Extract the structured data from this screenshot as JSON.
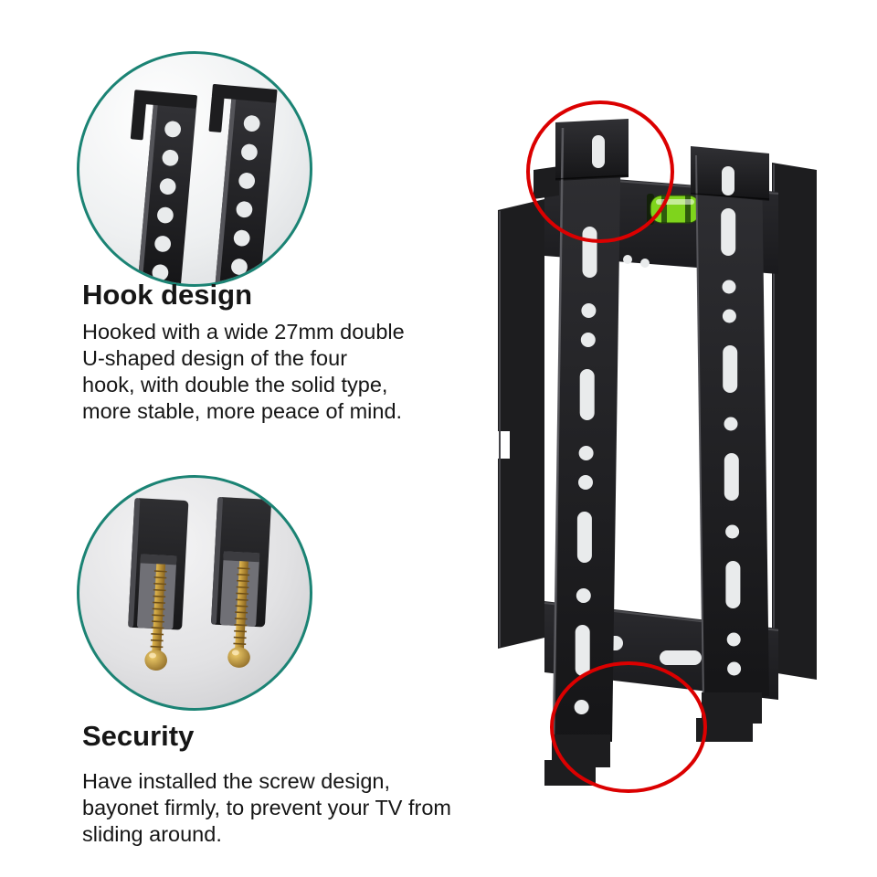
{
  "figure": {
    "subject": "tv-wall-mount-bracket-feature-infographic"
  },
  "colors": {
    "page_bg": "#ffffff",
    "accent_teal": "#1b8374",
    "highlight_red": "#db0000",
    "text": "#161616",
    "metal_dark": "#1d1d1f",
    "screw_brass": "#b5882f",
    "level_green": "#7fd41c"
  },
  "sections": {
    "hook": {
      "title": "Hook design",
      "body": "Hooked with a wide 27mm double\nU-shaped design of the four\nhook, with double the solid type,\nmore stable, more peace of mind."
    },
    "security": {
      "title": "Security",
      "body": "Have installed the screw design,\nbayonet firmly, to prevent your TV from\nsliding around."
    }
  },
  "callouts": {
    "hook_zoom_icon": "hook-detail-closeup",
    "security_zoom_icon": "screw-detail-closeup",
    "hook_highlight": "top-hook-area",
    "security_highlight": "bottom-screw-area"
  }
}
